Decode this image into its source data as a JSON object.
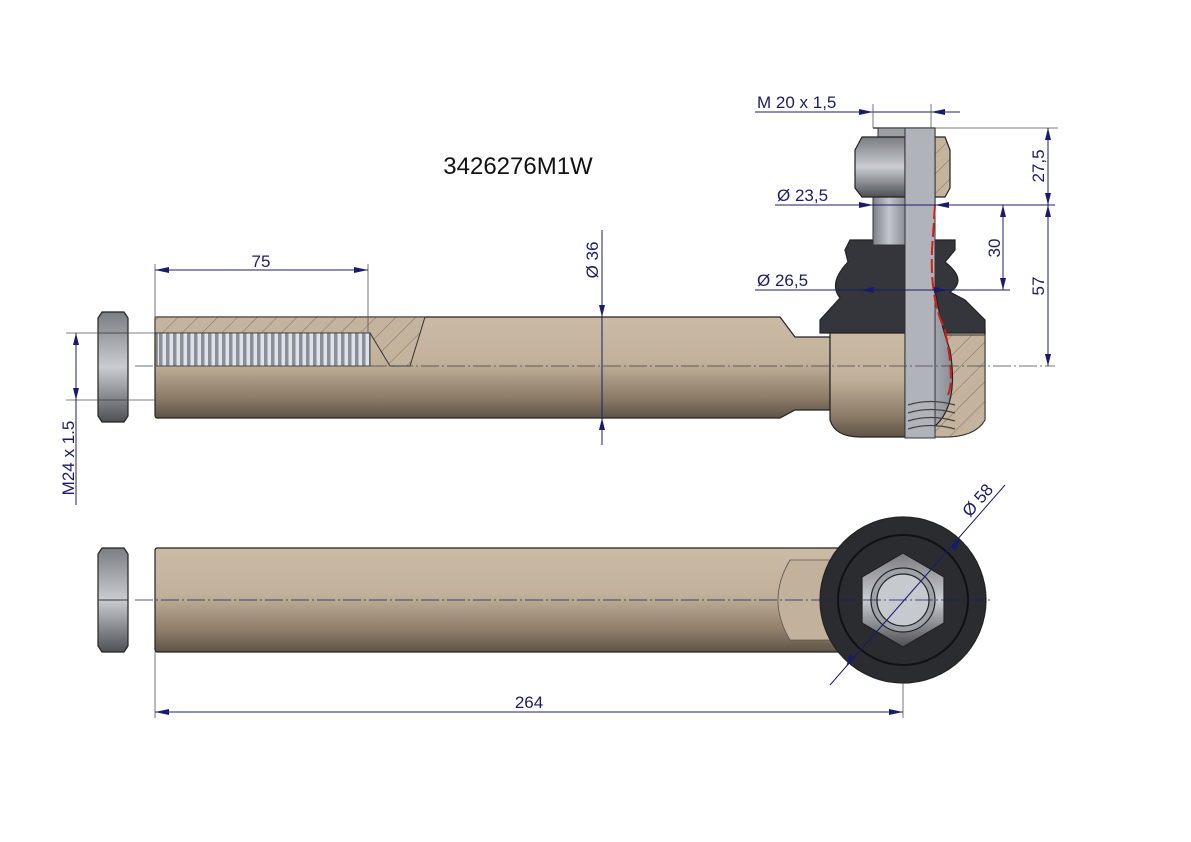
{
  "part_number": "3426276M1W",
  "dimensions": {
    "thread_length": "75",
    "rod_diameter": "Ø 36",
    "inner_thread": "M24 x 1.5",
    "stud_thread": "M 20  x 1,5",
    "stud_diameter_top": "Ø  23,5",
    "stud_diameter_boot": "Ø  26,5",
    "nut_height": "27,5",
    "taper_length": "30",
    "stud_height": "57",
    "eye_diameter": "Ø 58",
    "overall_length": "264"
  },
  "colors": {
    "body": "#b7a58e",
    "boot": "#2e2f33",
    "steel": "#a9adb3",
    "dimension": "#1b1b6b",
    "grease_line": "#d21e1e"
  }
}
